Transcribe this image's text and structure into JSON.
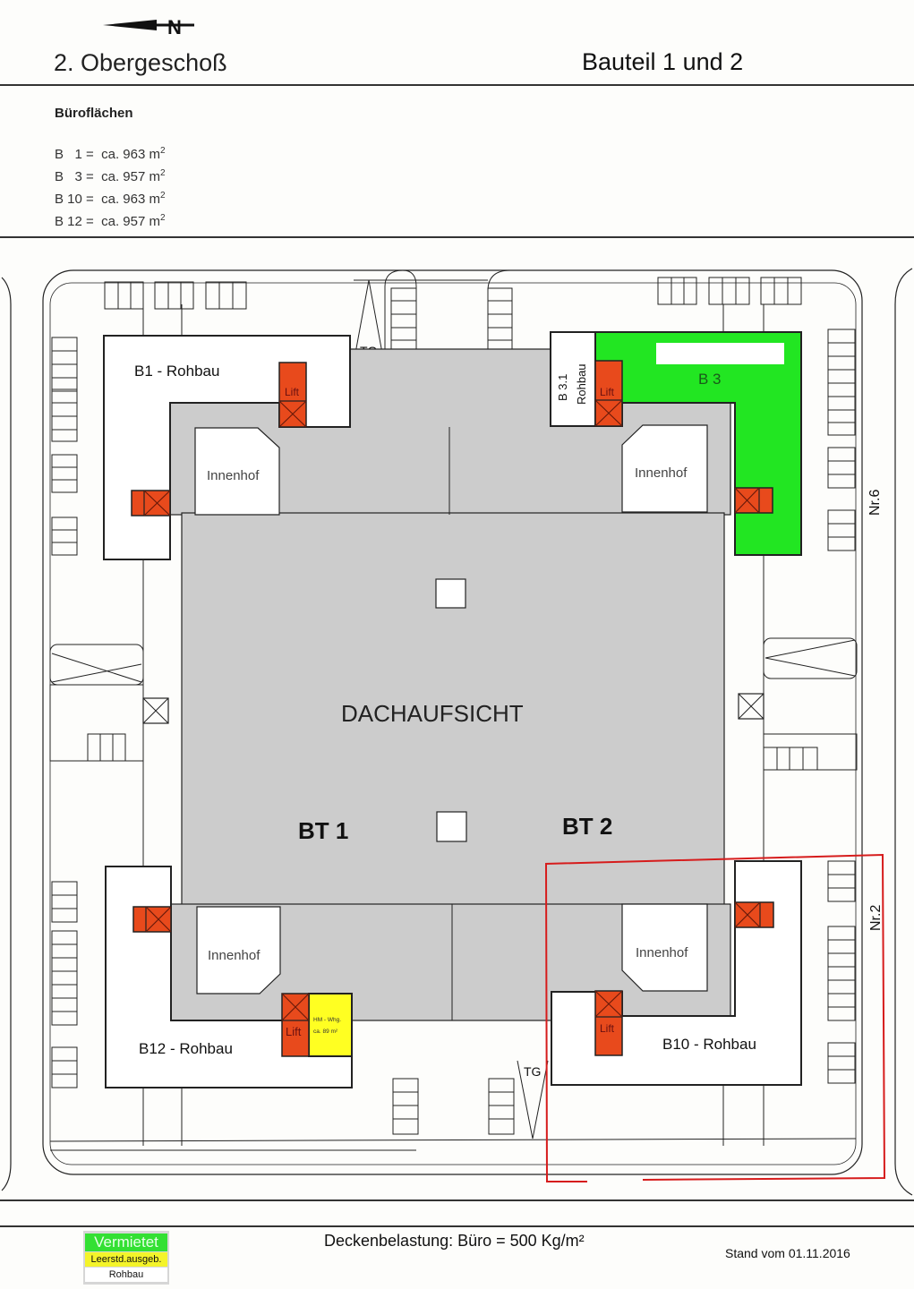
{
  "header": {
    "north_label": "N",
    "floor_title": "2. Obergeschoß",
    "building_parts": "Bauteil 1 und 2"
  },
  "areas": {
    "heading": "Büroflächen",
    "items": [
      {
        "unit": "B   1",
        "text": " =  ca. 963 m",
        "sup": "2"
      },
      {
        "unit": "B   3",
        "text": " =  ca. 957 m",
        "sup": "2"
      },
      {
        "unit": "B 10",
        "text": " =  ca. 963 m",
        "sup": "2"
      },
      {
        "unit": "B 12",
        "text": " =  ca. 957 m",
        "sup": "2"
      }
    ]
  },
  "plan": {
    "roof_label": "DACHAUFSICHT",
    "bt1_label": "BT 1",
    "bt2_label": "BT 2",
    "courtyard_label": "Innenhof",
    "lift_label": "Lift",
    "tg_label": "TG",
    "units": {
      "b1": {
        "label": "B1 - Rohbau",
        "status": "Rohbau"
      },
      "b3": {
        "label": "B 3",
        "status": "Vermietet"
      },
      "b31": {
        "label_line1": "B 3.1",
        "label_line2": "Rohbau",
        "status": "Rohbau"
      },
      "b10": {
        "label": "B10 - Rohbau",
        "status": "Rohbau"
      },
      "b12": {
        "label": "B12 - Rohbau",
        "status": "Rohbau"
      },
      "hm": {
        "label_line1": "HM - Whg.",
        "label_line2": "ca. 89 m²",
        "status": "Leerstd.ausgeb."
      }
    },
    "street_nr6": "Nr.6",
    "street_nr2": "Nr.2"
  },
  "legend": {
    "rented": "Vermietet",
    "vacant": "Leerstd.ausgeb.",
    "shell": "Rohbau"
  },
  "colors": {
    "rented": "#22e622",
    "vacant": "#ffff22",
    "lift": "#e84a1c",
    "roof": "#cccccc",
    "highlight_frame": "#d61c1c"
  },
  "footer": {
    "load": "Deckenbelastung: Büro = 500 Kg/m²",
    "date": "Stand vom 01.11.2016"
  }
}
